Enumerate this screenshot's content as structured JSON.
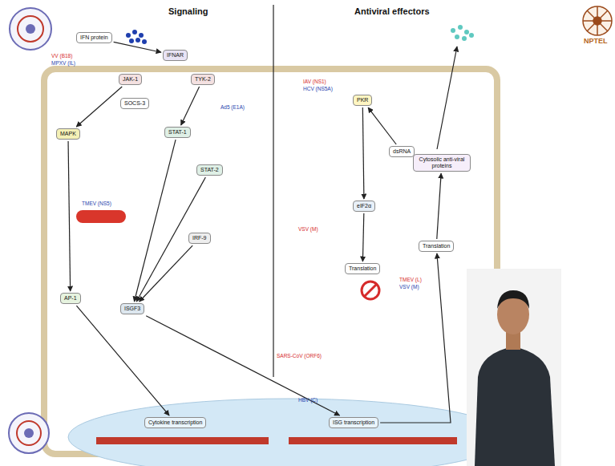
{
  "diagram": {
    "nodes": [
      {
        "text": [
          "IFNAR"
        ]
      },
      {
        "text": [
          "JAK-1"
        ]
      },
      {
        "text": [
          "TYK-2"
        ]
      },
      {
        "text": [
          "SOCS-3"
        ]
      },
      {
        "text": [
          "MAPK"
        ]
      },
      {
        "text": [
          "STAT-1"
        ]
      },
      {
        "text": [
          "STAT-2"
        ]
      },
      {
        "text": [
          "IRF-9"
        ]
      },
      {
        "text": [
          "AP-1"
        ]
      },
      {
        "text": [
          "ISGF3"
        ]
      },
      {
        "text": [
          "PKR"
        ]
      },
      {
        "text": [
          "dsRNA"
        ]
      },
      {
        "text": [
          "eIF2α"
        ]
      },
      {
        "text": [
          "Translation"
        ]
      },
      {
        "text": [
          "Cytokine transcription"
        ]
      },
      {
        "text": [
          "ISG transcription"
        ]
      },
      {
        "text": [
          "Cytosolic anti-viral proteins"
        ]
      },
      {
        "text": [
          "Translation"
        ]
      },
      {
        "text": [
          "IFN protein"
        ]
      }
    ],
    "edges": [
      {
        "from": 18,
        "to": 0,
        "arrow": "to"
      },
      {
        "from": 1,
        "to": 4,
        "arrow": "to"
      },
      {
        "from": 2,
        "to": 5,
        "arrow": "to"
      },
      {
        "from": 5,
        "to": 9,
        "arrow": "to"
      },
      {
        "from": 6,
        "to": 9,
        "arrow": "to"
      },
      {
        "from": 7,
        "to": 9,
        "arrow": "to"
      },
      {
        "from": 4,
        "to": 8,
        "arrow": "to"
      },
      {
        "from": 8,
        "to": 14,
        "arrow": "to"
      },
      {
        "from": 9,
        "to": 15,
        "arrow": "to"
      },
      {
        "from": 11,
        "to": 10,
        "arrow": "to"
      },
      {
        "from": 10,
        "to": 12,
        "arrow": "to"
      },
      {
        "from": 12,
        "to": 13,
        "arrow": "to"
      },
      {
        "from": 15,
        "to": 17,
        "arrow": "to"
      },
      {
        "from": 17,
        "to": 16,
        "arrow": "to"
      }
    ],
    "labels": [
      "Signaling",
      "Antiviral effectors",
      "NPTEL",
      "VV (B18)",
      "MPXV (IL)",
      "TMEV (NS5)",
      "SARS-CoV (ORF6)",
      "HBV (C)",
      "VSV (M)",
      "TMEV (L)",
      "IAV (NS1)",
      "HCV (NS5A)",
      "Ad5 (E1A)",
      "VSV (M)"
    ]
  }
}
